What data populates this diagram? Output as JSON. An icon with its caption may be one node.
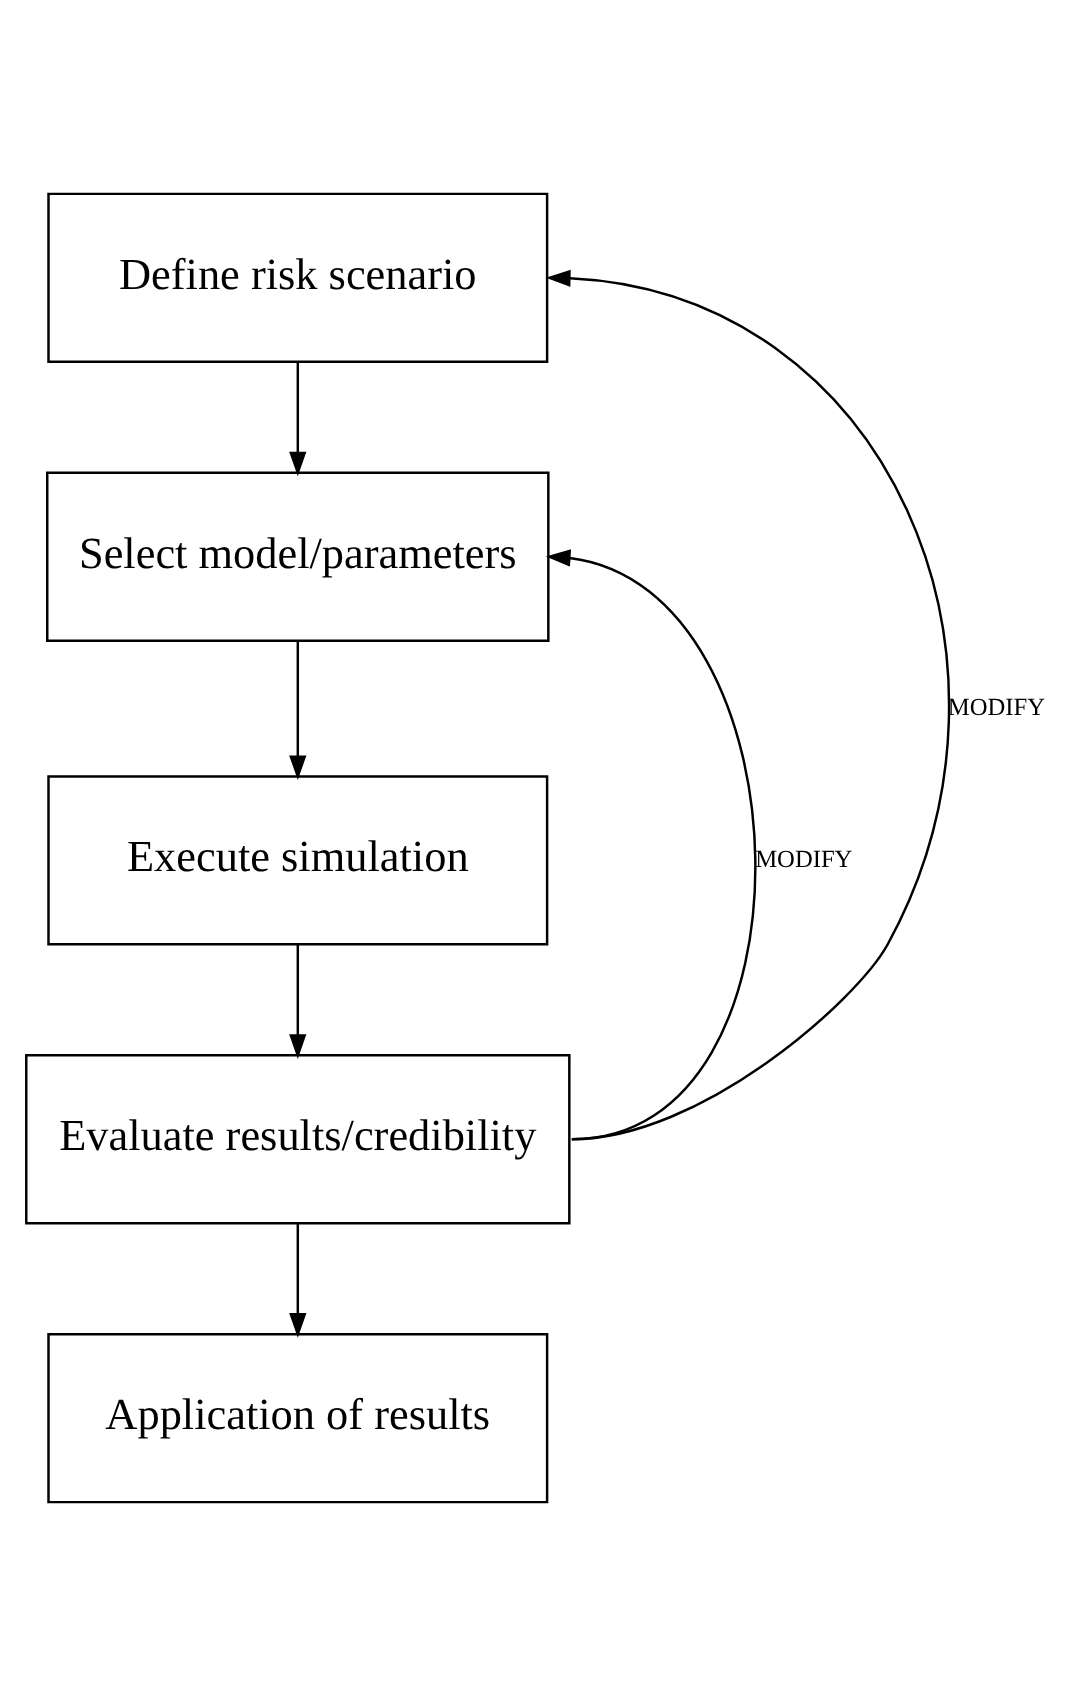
{
  "diagram": {
    "nodes": [
      {
        "text": [
          "Define risk scenario"
        ]
      },
      {
        "text": [
          "Select model/parameters"
        ]
      },
      {
        "text": [
          "Execute simulation"
        ]
      },
      {
        "text": [
          "Evaluate results/credibility"
        ]
      },
      {
        "text": [
          "Application of results"
        ]
      }
    ],
    "edges": [
      {
        "from": 0,
        "to": 1,
        "arrow": "to"
      },
      {
        "from": 1,
        "to": 2,
        "arrow": "to"
      },
      {
        "from": 2,
        "to": 3,
        "arrow": "to"
      },
      {
        "from": 3,
        "to": 4,
        "arrow": "to"
      },
      {
        "from": 3,
        "to": 0,
        "arrow": "to",
        "label": "MODIFY"
      },
      {
        "from": 3,
        "to": 1,
        "arrow": "to",
        "label": "MODIFY"
      }
    ]
  }
}
